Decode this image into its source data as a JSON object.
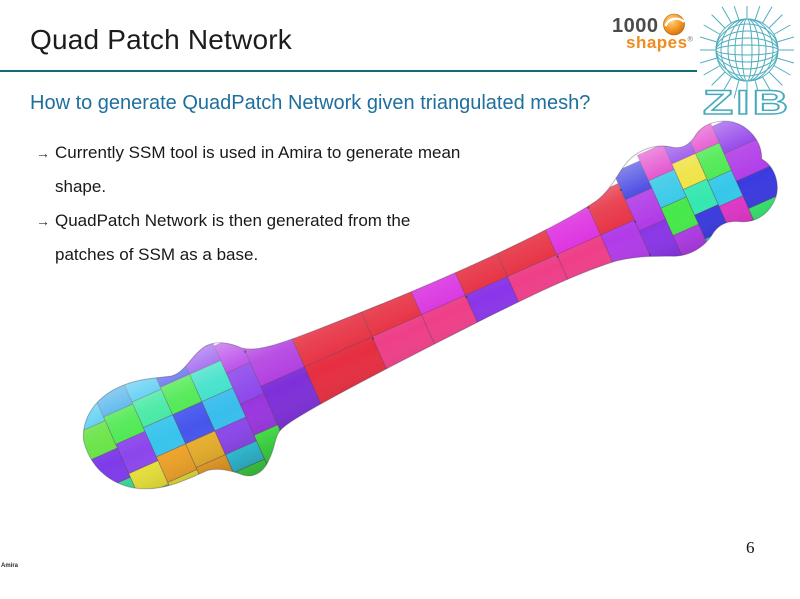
{
  "slide": {
    "title": "Quad Patch Network",
    "subtitle": "How to generate QuadPatch Network given triangulated mesh?",
    "bullet_marker": "→",
    "bullets": [
      {
        "line1": "Currently SSM tool is used in Amira to generate mean",
        "line2": "shape."
      },
      {
        "line1": "QuadPatch Network is then generated from the",
        "line2": "patches of SSM as a base."
      }
    ],
    "page_number": "6",
    "watermark": "Amira"
  },
  "logos": {
    "thousand_shapes": {
      "line1": "1000",
      "line2": "shapes",
      "registered": "®"
    },
    "zib": {
      "label": "ZIB"
    }
  },
  "colors": {
    "title": "#1c1c1c",
    "divider_teal": "#116d73",
    "subtitle_blue": "#1d6f9e",
    "zib_teal": "#46aabc",
    "shapes_orange": "#ef8b1f",
    "bone_red": "#e62e40",
    "bone_pink": "#ee3f88",
    "bone_magenta": "#dd2ee0",
    "bone_violet": "#8a35e8"
  },
  "figure": {
    "alt": "Mean femur shape covered with colored quad patches forming the QuadPatch network"
  }
}
